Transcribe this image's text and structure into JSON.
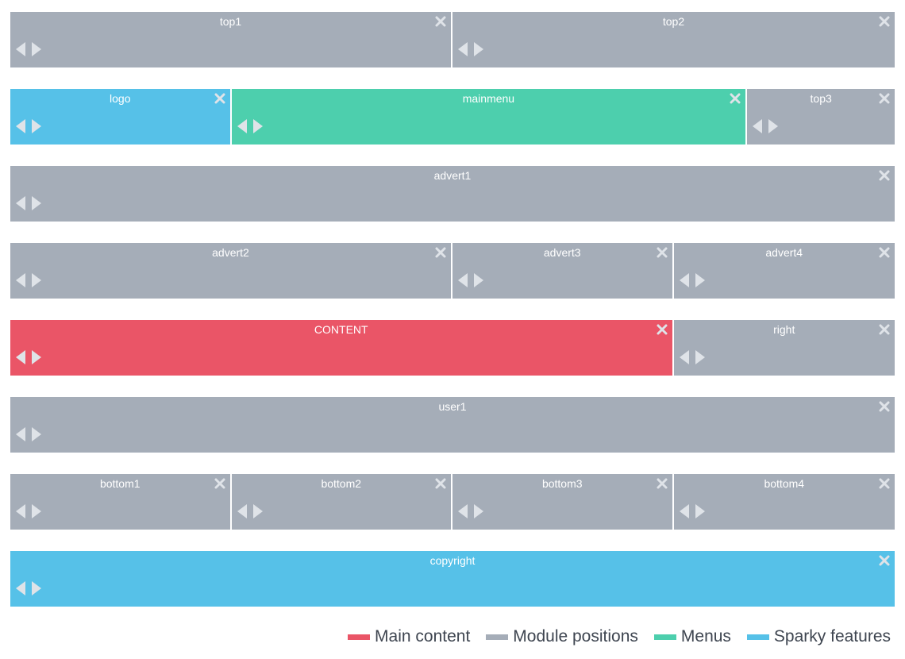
{
  "colors": {
    "module": "#a5adb8",
    "sparky": "#56c1e8",
    "menus": "#4dcfad",
    "content": "#ea5567",
    "icon": "#dfe3e8"
  },
  "rows": [
    {
      "blocks": [
        {
          "label": "top1",
          "type": "module",
          "width": 6
        },
        {
          "label": "top2",
          "type": "module",
          "width": 6
        }
      ]
    },
    {
      "blocks": [
        {
          "label": "logo",
          "type": "sparky",
          "width": 3
        },
        {
          "label": "mainmenu",
          "type": "menus",
          "width": 7
        },
        {
          "label": "top3",
          "type": "module",
          "width": 2
        }
      ]
    },
    {
      "blocks": [
        {
          "label": "advert1",
          "type": "module",
          "width": 12
        }
      ]
    },
    {
      "blocks": [
        {
          "label": "advert2",
          "type": "module",
          "width": 6
        },
        {
          "label": "advert3",
          "type": "module",
          "width": 3
        },
        {
          "label": "advert4",
          "type": "module",
          "width": 3
        }
      ]
    },
    {
      "blocks": [
        {
          "label": "CONTENT",
          "type": "content",
          "width": 9
        },
        {
          "label": "right",
          "type": "module",
          "width": 3
        }
      ]
    },
    {
      "blocks": [
        {
          "label": "user1",
          "type": "module",
          "width": 12
        }
      ]
    },
    {
      "blocks": [
        {
          "label": "bottom1",
          "type": "module",
          "width": 3
        },
        {
          "label": "bottom2",
          "type": "module",
          "width": 3
        },
        {
          "label": "bottom3",
          "type": "module",
          "width": 3
        },
        {
          "label": "bottom4",
          "type": "module",
          "width": 3
        }
      ]
    },
    {
      "blocks": [
        {
          "label": "copyright",
          "type": "sparky",
          "width": 12
        }
      ]
    }
  ],
  "legend": [
    {
      "label": "Main content",
      "type": "content"
    },
    {
      "label": "Module positions",
      "type": "module"
    },
    {
      "label": "Menus",
      "type": "menus"
    },
    {
      "label": "Sparky features",
      "type": "sparky"
    }
  ]
}
